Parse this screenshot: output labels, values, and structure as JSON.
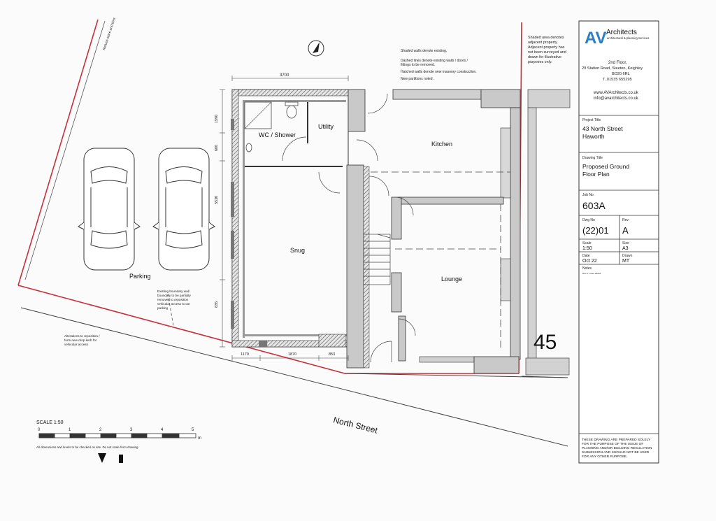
{
  "plan": {
    "north_label": "N",
    "notes": {
      "shaded_walls": "Shaded walls denote existing.",
      "dashed_1": "Dashed lines denote existing walls / doors /",
      "dashed_2": "fittings to be removed.",
      "hatched": "Hatched walls denote new masonry construction.",
      "partitions": "New partitions noted."
    },
    "shaded_area_note": [
      "Shaded area denotes",
      "adjacent property.",
      "Adjacent property has",
      "not been surveyed and",
      "drawn for illustrative",
      "purposes only."
    ],
    "dims": {
      "top": "3700",
      "d1": "1590",
      "d2": "600",
      "d3": "5530",
      "d4": "835",
      "b1": "1170",
      "b2": "1870",
      "b3": "853"
    },
    "rooms": {
      "wc": "WC / Shower",
      "utility": "Utility",
      "kitchen": "Kitchen",
      "snug": "Snug",
      "lounge": "Lounge",
      "parking": "Parking"
    },
    "boundary_note": [
      "Existing boundary wall",
      "boundary to be partially",
      "removed to reposition",
      "vehicular access to car",
      "parking"
    ],
    "alterations_note": [
      "Alterations to reposition /",
      "form new drop kerb for",
      "vehicular access"
    ],
    "side_label": "Refuse store and bins",
    "street": "North Street",
    "house_number": "45",
    "scale": {
      "label": "SCALE 1:50",
      "ticks": [
        "0",
        "1",
        "2",
        "3",
        "4",
        "5"
      ],
      "unit": "m"
    },
    "disclaimer": "All dimensions and levels to be checked on site. Do not scale from drawing."
  },
  "titleblock": {
    "logo_letters": "AV",
    "company": "Architects",
    "tagline": "architectural & planning services",
    "address": [
      "2nd Floor,",
      "29 Station Road, Steeton, Keighley",
      "BD20 6RL",
      "T. 01535 655295"
    ],
    "web": "www.AVArchitects.co.uk",
    "email": "info@avarchitects.co.uk",
    "project_title_label": "Project Title",
    "project_title": [
      "43 North Street",
      "Haworth"
    ],
    "drawing_title_label": "Drawing Title",
    "drawing_title": [
      "Proposed Ground",
      "Floor Plan"
    ],
    "job_no_label": "Job No",
    "job_no": "603A",
    "dwg_no_label": "Dwg No",
    "dwg_no": "(22)01",
    "rev_label": "Rev",
    "rev": "A",
    "scale_label": "Scale",
    "scale": "1:50",
    "size_label": "Size",
    "size": "A3",
    "date_label": "Date",
    "date": "Oct 22",
    "drawn_label": "Drawn",
    "drawn": "MT",
    "notes_label": "Notes",
    "notes_text": "Rev A, notes added.",
    "footer": [
      "THESE DRAWING ARE PREPARED SOLELY",
      "FOR THE PURPOSE OF THE ISSUE OF",
      "PLANNING AND/OR BUILDING REGULATION",
      "SUBMISSION AND SHOULD NOT BE USED",
      "FOR ANY OTHER PURPOSE."
    ]
  },
  "colors": {
    "boundary": "#c8303a",
    "wall": "#c9c9c9",
    "line": "#333333"
  }
}
